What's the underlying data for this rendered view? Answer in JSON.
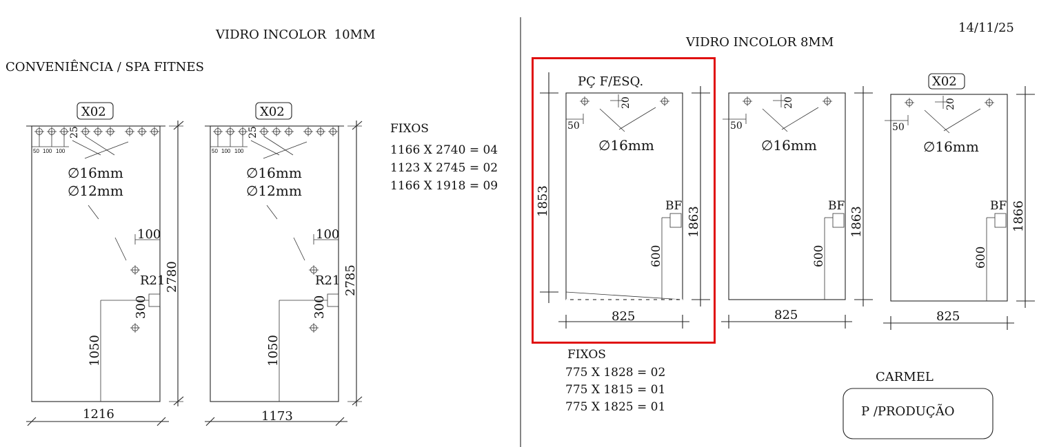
{
  "date": "14/11/25",
  "left": {
    "title": "VIDRO INCOLOR  10MM",
    "subtitle": "CONVENIÊNCIA / SPA FITNES",
    "fixos_title": "FIXOS",
    "fixos": [
      "1166 X 2740 = 04",
      "1123 X 2745 = 02",
      "1166 X 1918 = 09"
    ],
    "panels": [
      {
        "tag": "X02",
        "hole_spacing": [
          "50",
          "100",
          "100"
        ],
        "top_offset": "25",
        "hole1": "∅16mm",
        "hole2": "∅12mm",
        "dim_100": "100",
        "dim_300": "300",
        "radius": "R21",
        "dim_1050": "1050",
        "height": "2780",
        "width": "1216"
      },
      {
        "tag": "X02",
        "hole_spacing": [
          "50",
          "100",
          "100"
        ],
        "top_offset": "25",
        "hole1": "∅16mm",
        "hole2": "∅12mm",
        "dim_100": "100",
        "dim_300": "300",
        "radius": "R21",
        "dim_1050": "1050",
        "height": "2785",
        "width": "1173"
      }
    ]
  },
  "right": {
    "title": "VIDRO INCOLOR 8MM",
    "fixos_title": "FIXOS",
    "fixos": [
      "775 X 1828 = 02",
      "775 X 1815 = 01",
      "775 X 1825 = 01"
    ],
    "client": "CARMEL",
    "stamp": "P /PRODUÇÃO",
    "highlight_color": "#e01010",
    "panels": [
      {
        "label": "PÇ F/ESQ.",
        "left_height": "1853",
        "dim_20": "20",
        "dim_50": "50",
        "hole": "∅16mm",
        "lock": "BF",
        "dim_600": "600",
        "height": "1863",
        "width": "825"
      },
      {
        "dim_20": "20",
        "dim_50": "50",
        "hole": "∅16mm",
        "lock": "BF",
        "dim_600": "600",
        "height": "1863",
        "width": "825"
      },
      {
        "tag": "X02",
        "dim_20": "20",
        "dim_50": "50",
        "hole": "∅16mm",
        "lock": "BF",
        "dim_600": "600",
        "height": "1866",
        "width": "825"
      }
    ]
  }
}
